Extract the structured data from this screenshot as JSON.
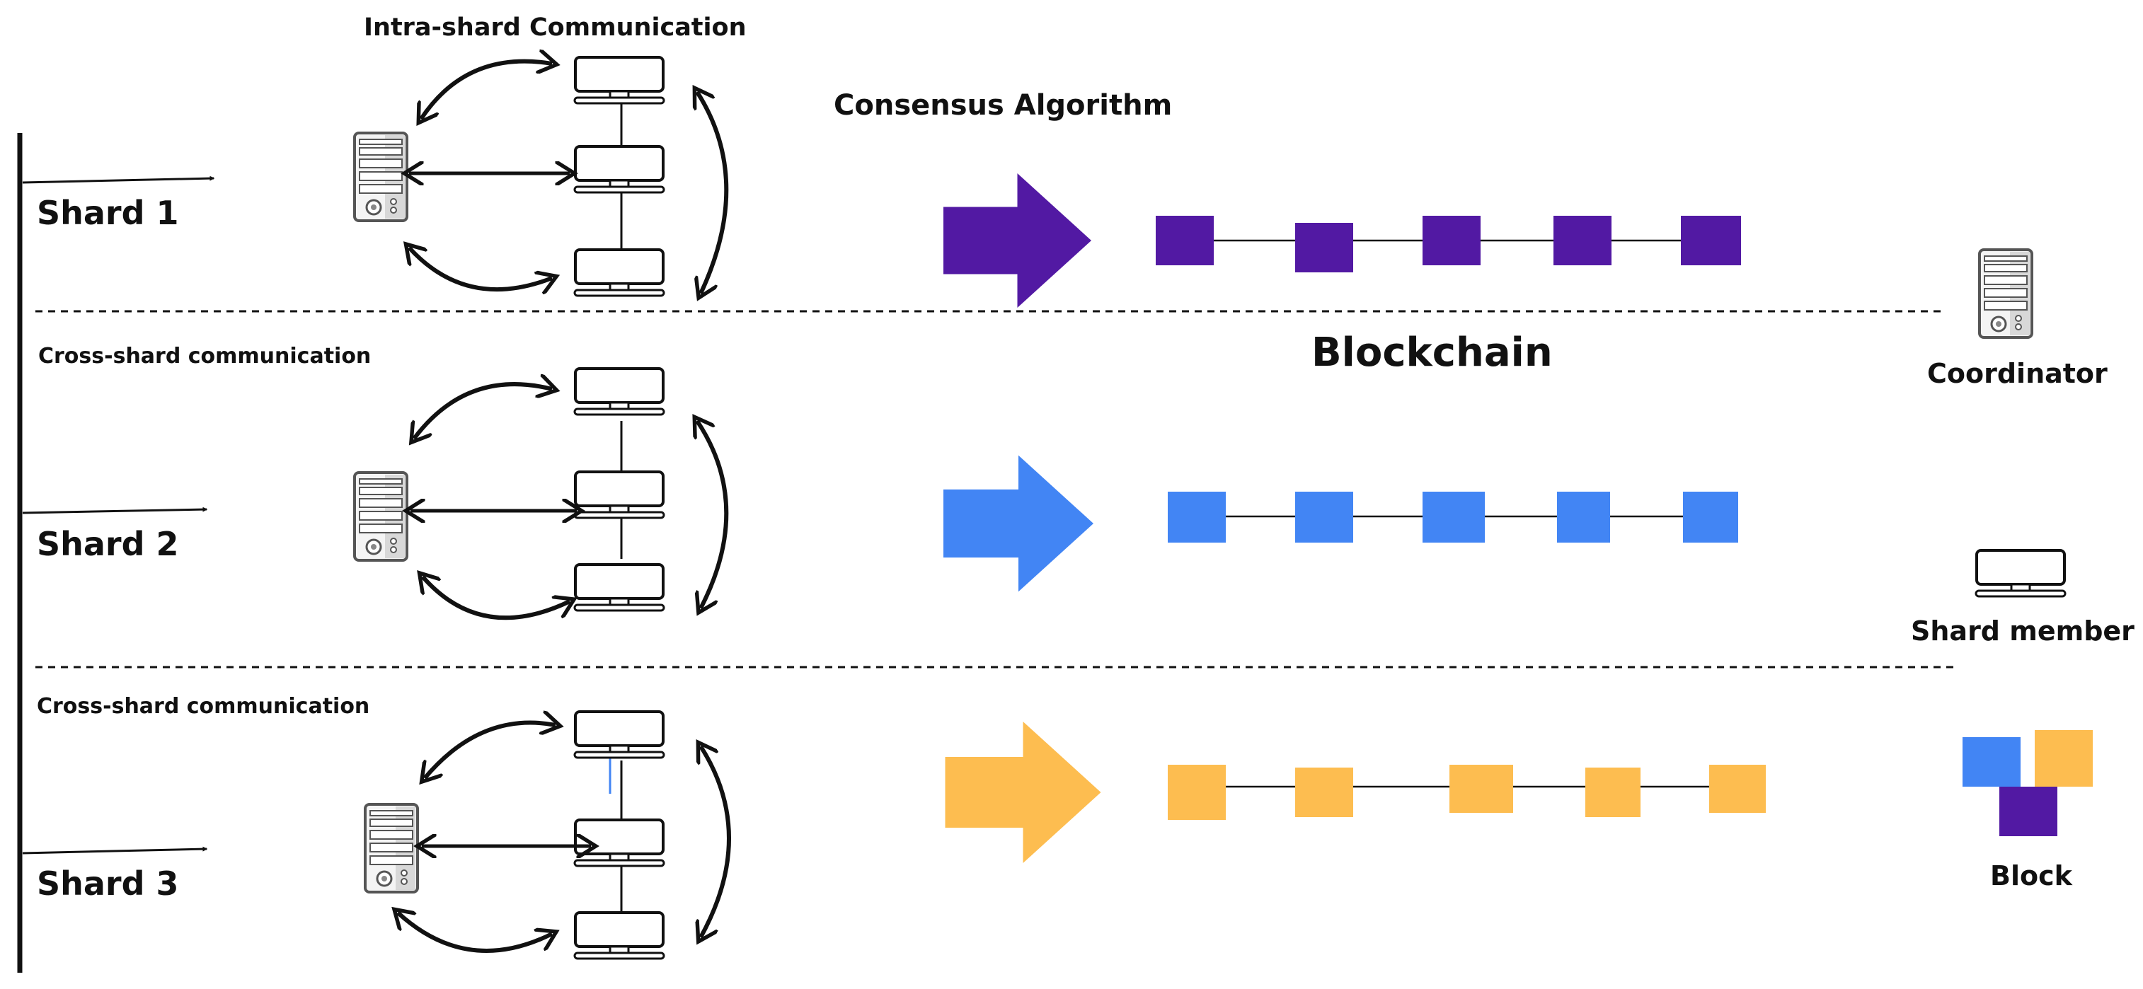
{
  "header": {
    "intra_shard": "Intra-shard Communication",
    "consensus": "Consensus Algorithm",
    "blockchain": "Blockchain"
  },
  "shards": [
    {
      "label": "Shard 1",
      "comm_label": "",
      "color": "#5219a3"
    },
    {
      "label": "Shard 2",
      "comm_label": "Cross-shard communication",
      "color": "#4285f4"
    },
    {
      "label": "Shard 3",
      "comm_label": "Cross-shard communication",
      "color": "#fdbd50"
    }
  ],
  "legend": {
    "coordinator": "Coordinator",
    "shard_member": "Shard member",
    "block": "Block",
    "block_colors": [
      "#4285f4",
      "#fdbd50",
      "#5219a3"
    ]
  },
  "icons": {
    "coordinator": "server-icon",
    "member": "monitor-icon",
    "arrow": "arrow-right-icon",
    "block": "block-square-icon"
  }
}
